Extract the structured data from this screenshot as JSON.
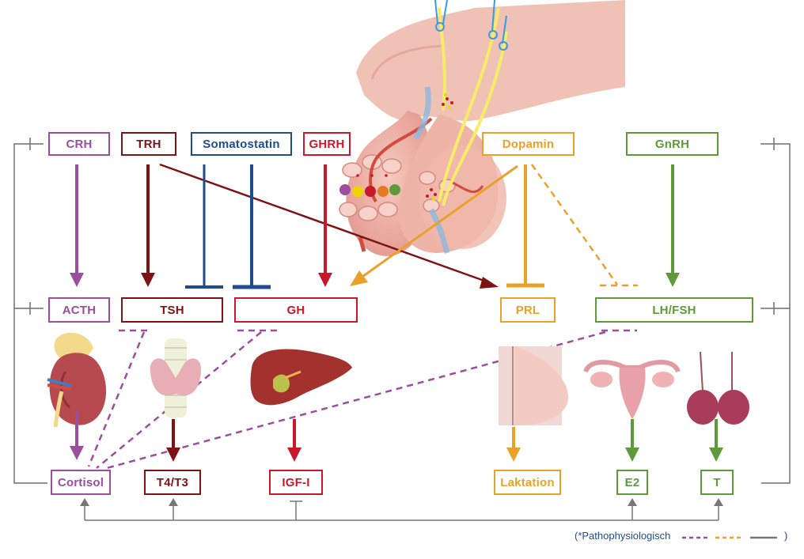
{
  "hypothalamus_hormones": {
    "crh": "CRH",
    "trh": "TRH",
    "somatostatin": "Somatostatin",
    "ghrh": "GHRH",
    "dopamin": "Dopamin",
    "gnrh": "GnRH"
  },
  "pituitary_hormones": {
    "acth": "ACTH",
    "tsh": "TSH",
    "gh": "GH",
    "prl": "PRL",
    "lhfsh": "LH/FSH"
  },
  "target_outputs": {
    "cortisol": "Cortisol",
    "t4t3": "T4/T3",
    "igf1": "IGF-I",
    "laktation": "Laktation",
    "e2": "E2",
    "t": "T"
  },
  "legend": {
    "open": "(*Pathophysiologisch",
    "close": ")"
  },
  "colors": {
    "purple": "#9b4e9c",
    "darkred": "#7c1416",
    "blue": "#1f4c8f",
    "red": "#c8182a",
    "orange": "#e9a12a",
    "green": "#5f9a3a",
    "gray": "#6f6f6f"
  }
}
